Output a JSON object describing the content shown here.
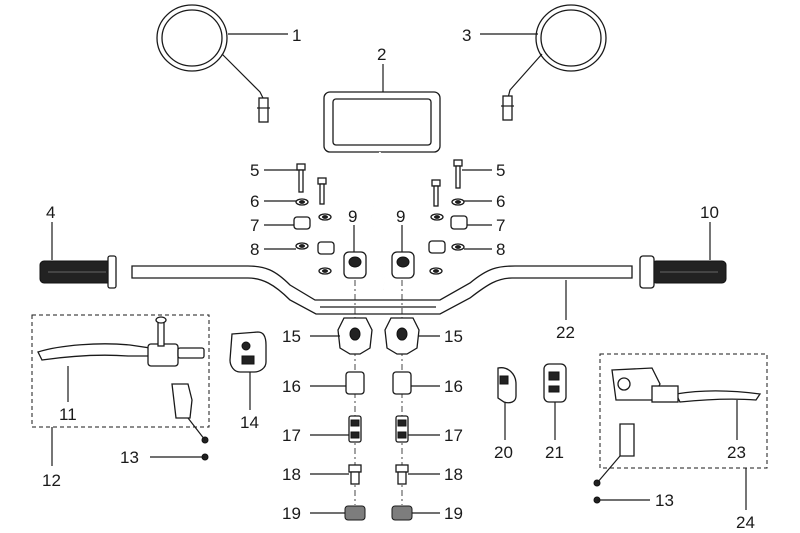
{
  "diagram": {
    "callouts": {
      "c1": "1",
      "c2": "2",
      "c3": "3",
      "c4": "4",
      "c5a": "5",
      "c5b": "5",
      "c6a": "6",
      "c6b": "6",
      "c7a": "7",
      "c7b": "7",
      "c8a": "8",
      "c8b": "8",
      "c9a": "9",
      "c9b": "9",
      "c10": "10",
      "c11": "11",
      "c12": "12",
      "c13a": "13",
      "c13b": "13",
      "c14": "14",
      "c15a": "15",
      "c15b": "15",
      "c16a": "16",
      "c16b": "16",
      "c17a": "17",
      "c17b": "17",
      "c18a": "18",
      "c18b": "18",
      "c19a": "19",
      "c19b": "19",
      "c20": "20",
      "c21": "21",
      "c22": "22",
      "c23": "23",
      "c24": "24"
    }
  }
}
